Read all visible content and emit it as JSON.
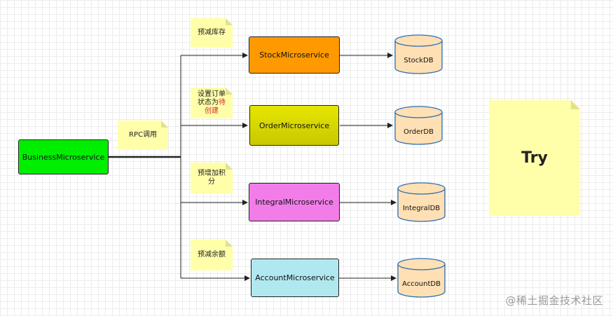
{
  "services": {
    "business": "BusinessMicroservice",
    "stock": "StockMicroservice",
    "order": "OrderMicroservice",
    "integral": "IntegralMicroservice",
    "account": "AccountMicroservice"
  },
  "databases": {
    "stock": "StockDB",
    "order": "OrderDB",
    "integral": "IntegralDB",
    "account": "AccountDB"
  },
  "notes": {
    "rpc": "RPC调用",
    "stock": "预减库存",
    "order_line1": "设置订单",
    "order_line2_a": "状态为",
    "order_line2_b": "待",
    "order_line3": "创建",
    "integral_line1": "预增加积",
    "integral_line2": "分",
    "account": "预减余额",
    "phase": "Try"
  },
  "watermark": "@稀土掘金技术社区",
  "colors": {
    "business": "#00ee00",
    "stock": "#ff9900",
    "order": "#dede00",
    "integral": "#f27de8",
    "account": "#b0e8f0",
    "db_fill": "#ffe0b4",
    "db_stroke": "#2a6fb5",
    "note_fill": "#ffffaa"
  }
}
